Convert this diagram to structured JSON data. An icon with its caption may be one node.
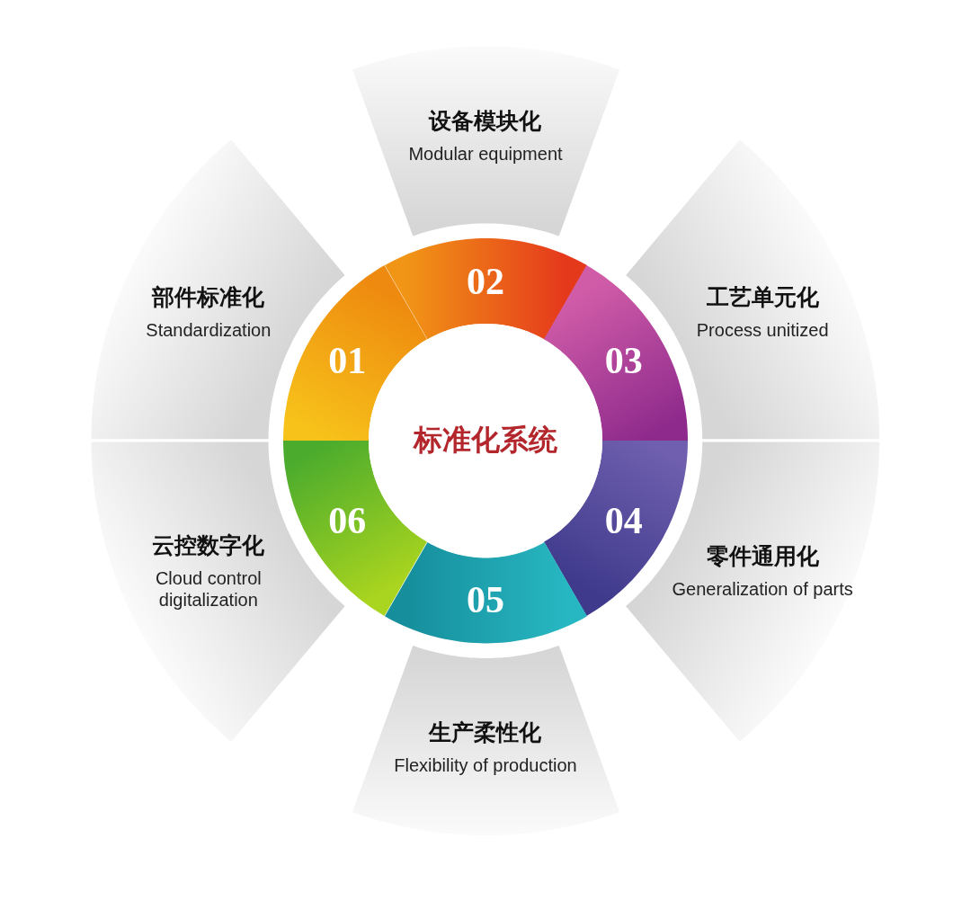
{
  "diagram": {
    "nodes": [
      {
        "text": [
          "标准化系统"
        ]
      },
      {
        "text": [
          "01"
        ]
      },
      {
        "text": [
          "部件标准化",
          "Standardization"
        ]
      },
      {
        "text": [
          "02"
        ]
      },
      {
        "text": [
          "设备模块化",
          "Modular equipment"
        ]
      },
      {
        "text": [
          "03"
        ]
      },
      {
        "text": [
          "工艺单元化",
          "Process unitized"
        ]
      },
      {
        "text": [
          "04"
        ]
      },
      {
        "text": [
          "零件通用化",
          "Generalization of parts"
        ]
      },
      {
        "text": [
          "05"
        ]
      },
      {
        "text": [
          "生产柔性化",
          "Flexibility of production"
        ]
      },
      {
        "text": [
          "06"
        ]
      },
      {
        "text": [
          "云控数字化",
          "Cloud control digitalization"
        ]
      }
    ]
  }
}
